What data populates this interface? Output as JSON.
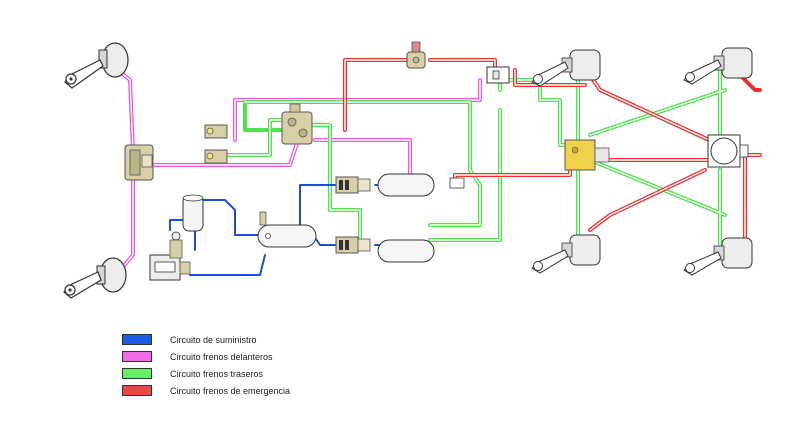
{
  "legend": {
    "items": [
      {
        "label": "Circuito de suministro",
        "color": "#1a5ce6"
      },
      {
        "label": "Circuito frenos delanteros",
        "color": "#f26ae6"
      },
      {
        "label": "Circuito frenos traseros",
        "color": "#66ee66"
      },
      {
        "label": "Circuito frenos de emergencia",
        "color": "#ee4444"
      }
    ]
  },
  "colors": {
    "supply": "#1a4fd6",
    "front": "#e85ad8",
    "rear": "#4fe04f",
    "emergency": "#e83232",
    "component": "#f4f4f4",
    "valve": "#d8cfa6"
  },
  "icons": [
    "brake-chamber-icon",
    "air-tank-icon",
    "compressor-icon",
    "brake-valve-icon",
    "relay-valve-icon",
    "quick-release-valve-icon"
  ]
}
